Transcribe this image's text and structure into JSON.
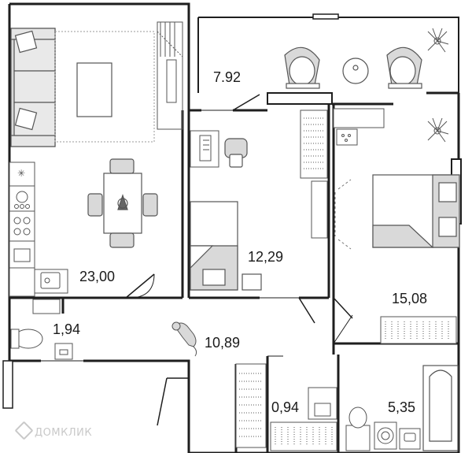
{
  "rooms": [
    {
      "id": "living",
      "area": "23,00"
    },
    {
      "id": "balcony",
      "area": "7.92"
    },
    {
      "id": "study",
      "area": "12,29"
    },
    {
      "id": "bedroom",
      "area": "15,08"
    },
    {
      "id": "wc",
      "area": "1,94"
    },
    {
      "id": "hall",
      "area": "10,89"
    },
    {
      "id": "closet",
      "area": "0,94"
    },
    {
      "id": "bathroom",
      "area": "5,35"
    }
  ],
  "watermark": "ДОМКЛИК",
  "colors": {
    "wall": "#1e1e1e",
    "wall_fill": "#ffffff",
    "furniture_fill": "#d9d9d9",
    "furniture_stroke": "#555555",
    "watermark": "#c9c9c9"
  }
}
